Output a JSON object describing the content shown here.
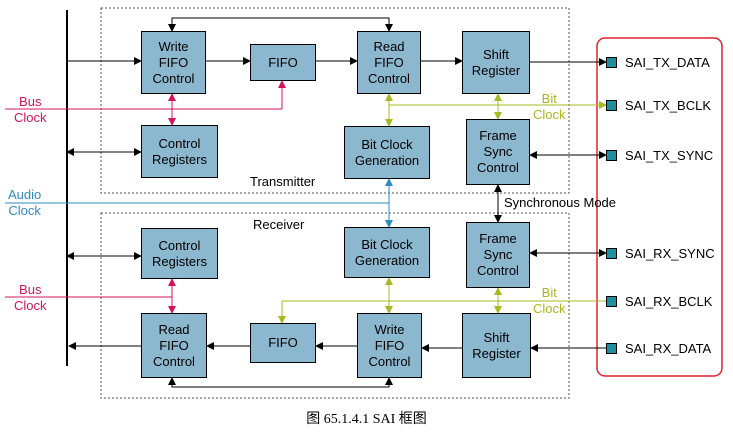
{
  "colors": {
    "block_fill": "#8bb8cf",
    "bus_clock": "#d4145a",
    "audio_clock": "#2e8bc0",
    "bit_clock": "#a8b820",
    "pin_fill": "#1f8fa0",
    "pin_frame": "#e0202a"
  },
  "transmitter": {
    "label": "Transmitter",
    "write_fifo_control": "Write\nFIFO\nControl",
    "fifo": "FIFO",
    "read_fifo_control": "Read\nFIFO\nControl",
    "shift_register": "Shift\nRegister",
    "control_registers": "Control\nRegisters",
    "bit_clock_generation": "Bit Clock\nGeneration",
    "frame_sync_control": "Frame\nSync\nControl"
  },
  "receiver": {
    "label": "Receiver",
    "control_registers": "Control\nRegisters",
    "bit_clock_generation": "Bit Clock\nGeneration",
    "frame_sync_control": "Frame\nSync\nControl",
    "read_fifo_control": "Read\nFIFO\nControl",
    "fifo": "FIFO",
    "write_fifo_control": "Write\nFIFO\nControl",
    "shift_register": "Shift\nRegister"
  },
  "labels": {
    "bus_clock_top": "Bus\nClock",
    "bus_clock_bottom": "Bus\nClock",
    "audio_clock": "Audio\nClock",
    "bit_clock_top": "Bit\nClock",
    "bit_clock_bottom": "Bit\nClock",
    "synchronous_mode": "Synchronous Mode"
  },
  "pins": [
    "SAI_TX_DATA",
    "SAI_TX_BCLK",
    "SAI_TX_SYNC",
    "SAI_RX_SYNC",
    "SAI_RX_BCLK",
    "SAI_RX_DATA"
  ],
  "caption": "图 65.1.4.1 SAI 框图"
}
